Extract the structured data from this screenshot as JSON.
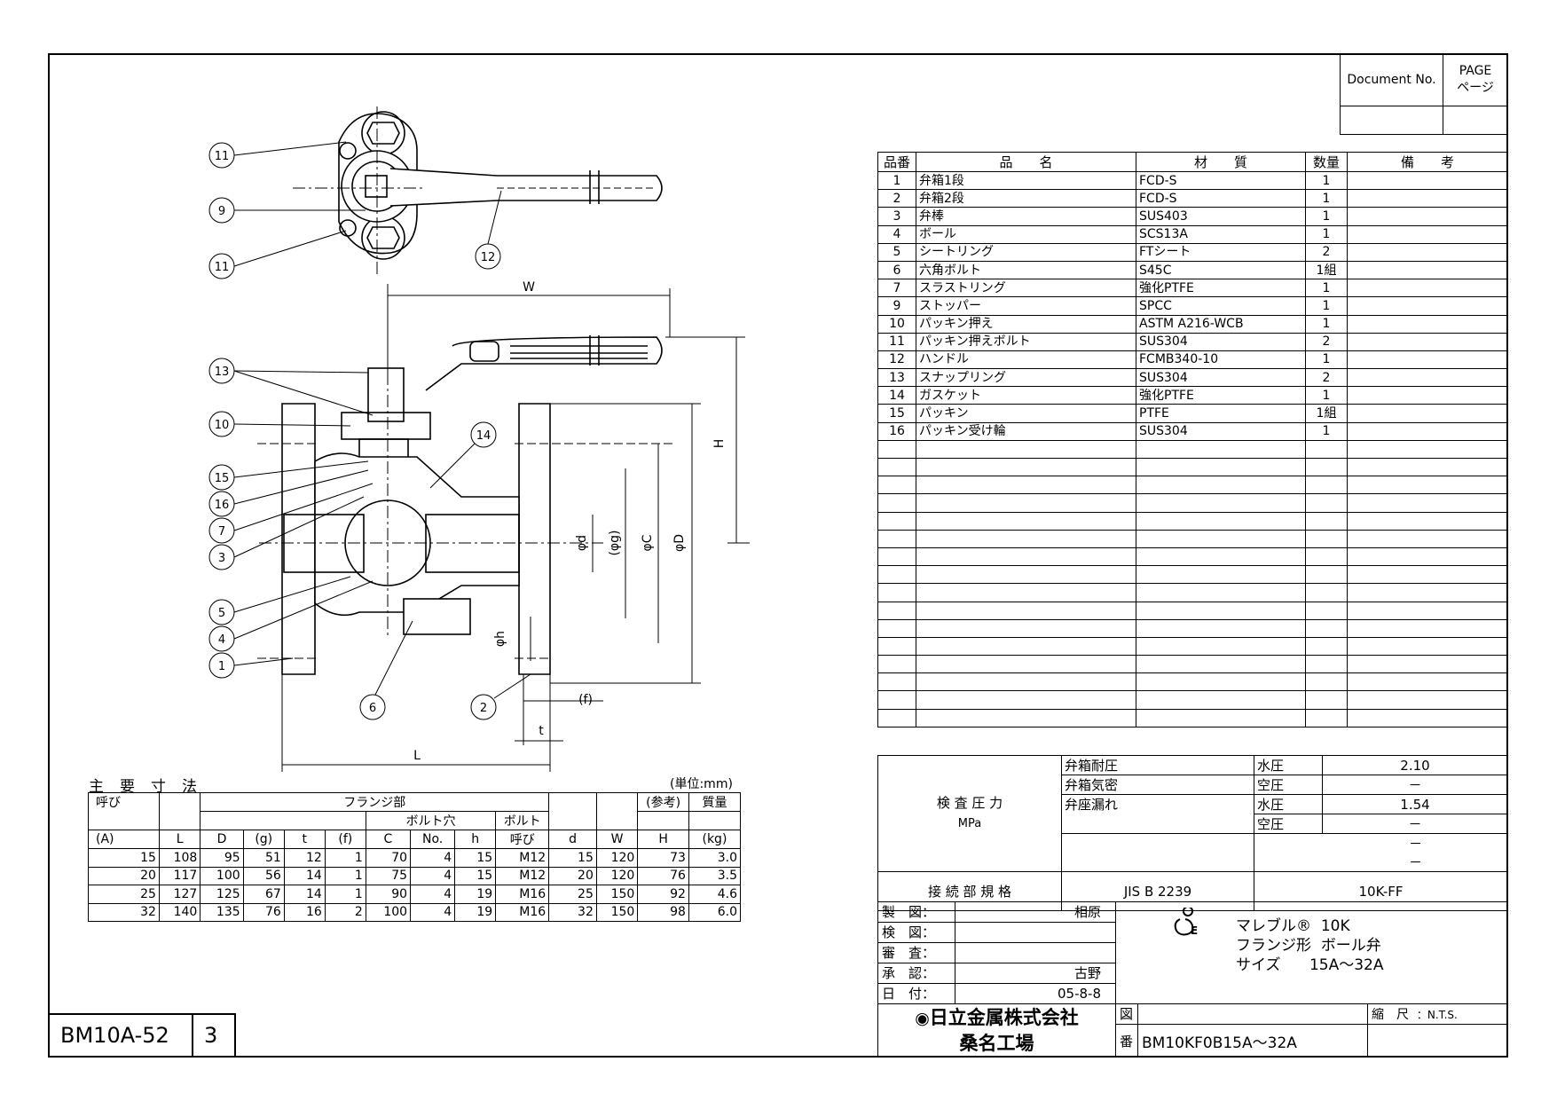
{
  "document_box": {
    "doc_no_label": "Document No.",
    "page_label_en": "PAGE",
    "page_label_jp": "ページ"
  },
  "parts_table": {
    "headers": {
      "no": "品番",
      "name": "品　　名",
      "material": "材　　質",
      "qty": "数量",
      "remarks": "備　　考"
    },
    "rows": [
      {
        "no": "1",
        "name": "弁箱1段",
        "material": "FCD-S",
        "qty": "1"
      },
      {
        "no": "2",
        "name": "弁箱2段",
        "material": "FCD-S",
        "qty": "1"
      },
      {
        "no": "3",
        "name": "弁棒",
        "material": "SUS403",
        "qty": "1"
      },
      {
        "no": "4",
        "name": "ボール",
        "material": "SCS13A",
        "qty": "1"
      },
      {
        "no": "5",
        "name": "シートリング",
        "material": "FTシート",
        "qty": "2"
      },
      {
        "no": "6",
        "name": "六角ボルト",
        "material": "S45C",
        "qty": "1組"
      },
      {
        "no": "7",
        "name": "スラストリング",
        "material": "強化PTFE",
        "qty": "1"
      },
      {
        "no": "9",
        "name": "ストッパー",
        "material": "SPCC",
        "qty": "1"
      },
      {
        "no": "10",
        "name": "パッキン押え",
        "material": "ASTM A216-WCB",
        "qty": "1"
      },
      {
        "no": "11",
        "name": "パッキン押えボルト",
        "material": "SUS304",
        "qty": "2"
      },
      {
        "no": "12",
        "name": "ハンドル",
        "material": "FCMB340-10",
        "qty": "1"
      },
      {
        "no": "13",
        "name": "スナップリング",
        "material": "SUS304",
        "qty": "2"
      },
      {
        "no": "14",
        "name": "ガスケット",
        "material": "強化PTFE",
        "qty": "1"
      },
      {
        "no": "15",
        "name": "パッキン",
        "material": "PTFE",
        "qty": "1組"
      },
      {
        "no": "16",
        "name": "パッキン受け輪",
        "material": "SUS304",
        "qty": "1"
      }
    ],
    "empty_rows": 16
  },
  "dimensions": {
    "title": "主要寸法",
    "unit": "(単位:mm)",
    "headers": {
      "nominal": "呼び",
      "nominal_unit": "(A)",
      "L": "L",
      "flange_group": "フランジ部",
      "D": "D",
      "g": "(g)",
      "t": "t",
      "f": "(f)",
      "bolt_hole_group": "ボルト穴",
      "C": "C",
      "No": "No.",
      "h": "h",
      "bolt": "ボルト",
      "bolt_size": "呼び",
      "d": "d",
      "W": "W",
      "ref": "(参考)",
      "H": "H",
      "mass": "質量",
      "mass_unit": "(kg)"
    },
    "rows": [
      [
        "15",
        "108",
        "95",
        "51",
        "12",
        "1",
        "70",
        "4",
        "15",
        "M12",
        "15",
        "120",
        "73",
        "3.0"
      ],
      [
        "20",
        "117",
        "100",
        "56",
        "14",
        "1",
        "75",
        "4",
        "15",
        "M12",
        "20",
        "120",
        "76",
        "3.5"
      ],
      [
        "25",
        "127",
        "125",
        "67",
        "14",
        "1",
        "90",
        "4",
        "19",
        "M16",
        "25",
        "150",
        "92",
        "4.6"
      ],
      [
        "32",
        "140",
        "135",
        "76",
        "16",
        "2",
        "100",
        "4",
        "19",
        "M16",
        "32",
        "150",
        "98",
        "6.0"
      ]
    ]
  },
  "inspection": {
    "label": "検 査 圧 力",
    "unit": "MPa",
    "body_pressure": "弁箱耐圧",
    "body_air": "弁箱気密",
    "seat_leak": "弁座漏れ",
    "water1": "水圧",
    "val1": "2.10",
    "air1": "空圧",
    "val2": "－",
    "water2": "水圧",
    "val3": "1.54",
    "air2": "空圧",
    "val4": "－",
    "val5": "－",
    "val6": "－",
    "connection_label": "接 続 部 規 格",
    "connection_std": "JIS  B  2239",
    "connection_type": "10K-FF"
  },
  "title_block": {
    "drawn_label": "製　図：",
    "drawn": "相原",
    "checked_label": "検　図：",
    "reviewed_label": "審　査：",
    "approved_label": "承　認：",
    "approved": "古野",
    "date_label": "日　付：",
    "date": "05-8-8",
    "product_line1_a": "マレブル®",
    "product_line1_b": "10K",
    "product_line2_a": "フランジ形",
    "product_line2_b": "ボール弁",
    "product_line3_a": "サイズ",
    "product_line3_b": "15A～32A",
    "company": "日立金属株式会社",
    "factory": "桑名工場",
    "zu_label": "図",
    "ban_label": "番",
    "drawing_no": "BM10KF0B15A～32A",
    "scale_label": "縮　尺",
    "scale": "：N.T.S."
  },
  "bottom_id": {
    "code": "BM10A-52",
    "sheet": "3"
  },
  "drawing": {
    "callouts": [
      "11",
      "9",
      "11",
      "12",
      "13",
      "10",
      "15",
      "16",
      "7",
      "3",
      "5",
      "4",
      "1",
      "14",
      "6",
      "2"
    ],
    "dim_labels": {
      "W": "W",
      "H": "H",
      "L": "L",
      "phiD": "φD",
      "phiC": "φC",
      "phig": "(φg)",
      "phid": "φd",
      "phih": "φh",
      "f": "(f)",
      "t": "t"
    }
  }
}
